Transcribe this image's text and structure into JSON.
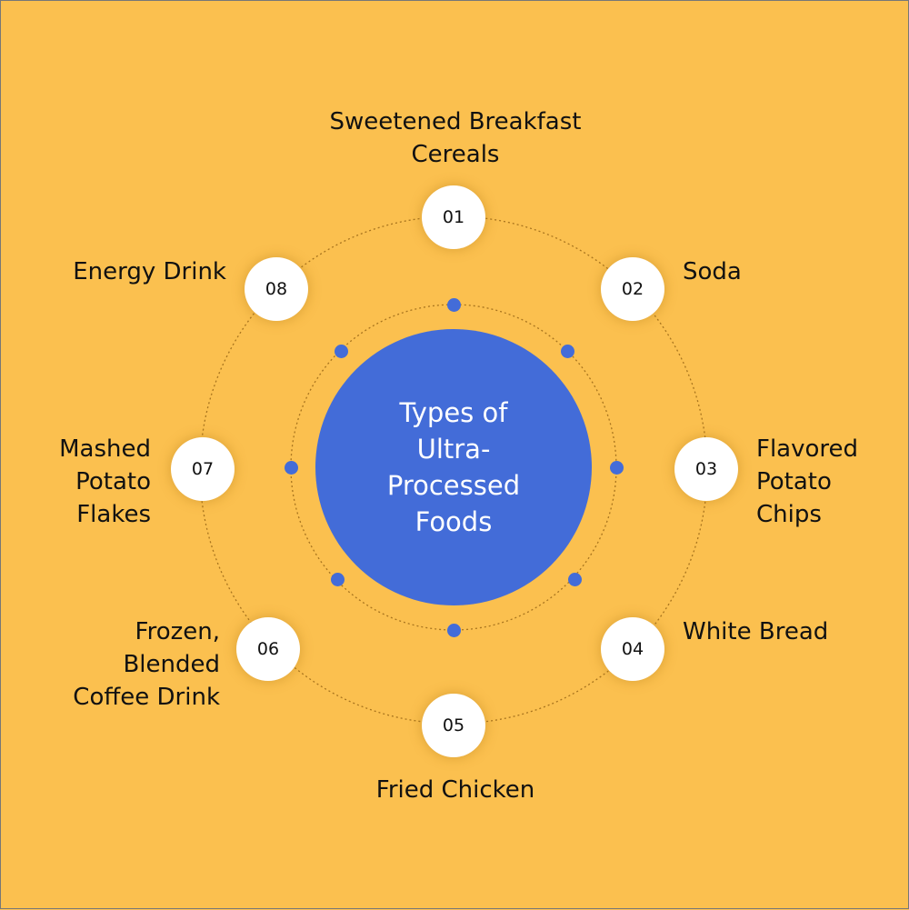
{
  "center": {
    "title": "Types of\nUltra-\nProcessed\nFoods"
  },
  "items": [
    {
      "number": "01",
      "label": "Sweetened Breakfast\nCereals"
    },
    {
      "number": "02",
      "label": "Soda"
    },
    {
      "number": "03",
      "label": "Flavored\nPotato\nChips"
    },
    {
      "number": "04",
      "label": "White Bread"
    },
    {
      "number": "05",
      "label": "Fried Chicken"
    },
    {
      "number": "06",
      "label": "Frozen,\nBlended\nCoffee Drink"
    },
    {
      "number": "07",
      "label": "Mashed\nPotato\nFlakes"
    },
    {
      "number": "08",
      "label": "Energy Drink"
    }
  ],
  "colors": {
    "background": "#FBC04F",
    "accent": "#436CD8",
    "node": "#FFFFFF"
  }
}
